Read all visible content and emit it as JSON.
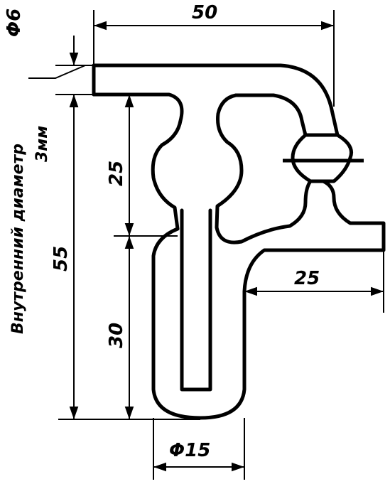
{
  "dimensions": {
    "phi6": "Φ6",
    "width_50": "50",
    "height_25": "25",
    "height_55": "55",
    "height_30": "30",
    "outlet_25": "25",
    "phi15": "Φ15"
  },
  "notes": {
    "inner_diameter_line1": "Внутренний диаметр",
    "inner_diameter_line2": "3мм"
  },
  "colors": {
    "ink": "#000000",
    "paper": "#ffffff"
  }
}
